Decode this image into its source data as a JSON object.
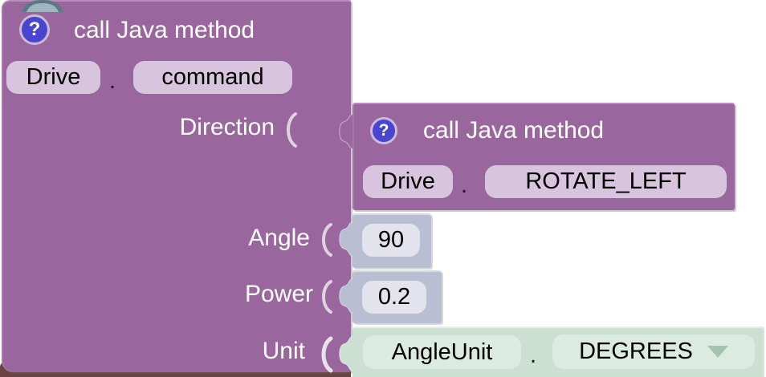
{
  "colors": {
    "block_purple": "#9a669e",
    "field_lavender": "#d9c4df",
    "number_block_gray": "#b9bed3",
    "number_field": "#e2e3ed",
    "unit_block_green": "#cbdfd3",
    "unit_field": "#dcebe1",
    "help_icon_blue": "#4a45cf",
    "help_icon_ring": "#cdb9d9",
    "dropdown_arrow_green": "#a6c3b0",
    "connector_slate_fill": "#9fb6c2",
    "connector_slate_edge": "#5b7884",
    "block_below_maroon": "#6b4342",
    "text_on_block": "#ffffff",
    "text_in_field": "#000000"
  },
  "main_block": {
    "help_icon": "?",
    "title": "call Java method",
    "object_field": "Drive",
    "separator": ".",
    "method_field": "command",
    "input_labels": {
      "direction": "Direction",
      "angle": "Angle",
      "power": "Power",
      "unit": "Unit"
    }
  },
  "direction_block": {
    "help_icon": "?",
    "title": "call Java method",
    "object_field": "Drive",
    "separator": ".",
    "method_field": "ROTATE_LEFT"
  },
  "angle_block": {
    "value": "90"
  },
  "power_block": {
    "value": "0.2"
  },
  "unit_block": {
    "class_field": "AngleUnit",
    "separator": ".",
    "enum_field": "DEGREES"
  }
}
